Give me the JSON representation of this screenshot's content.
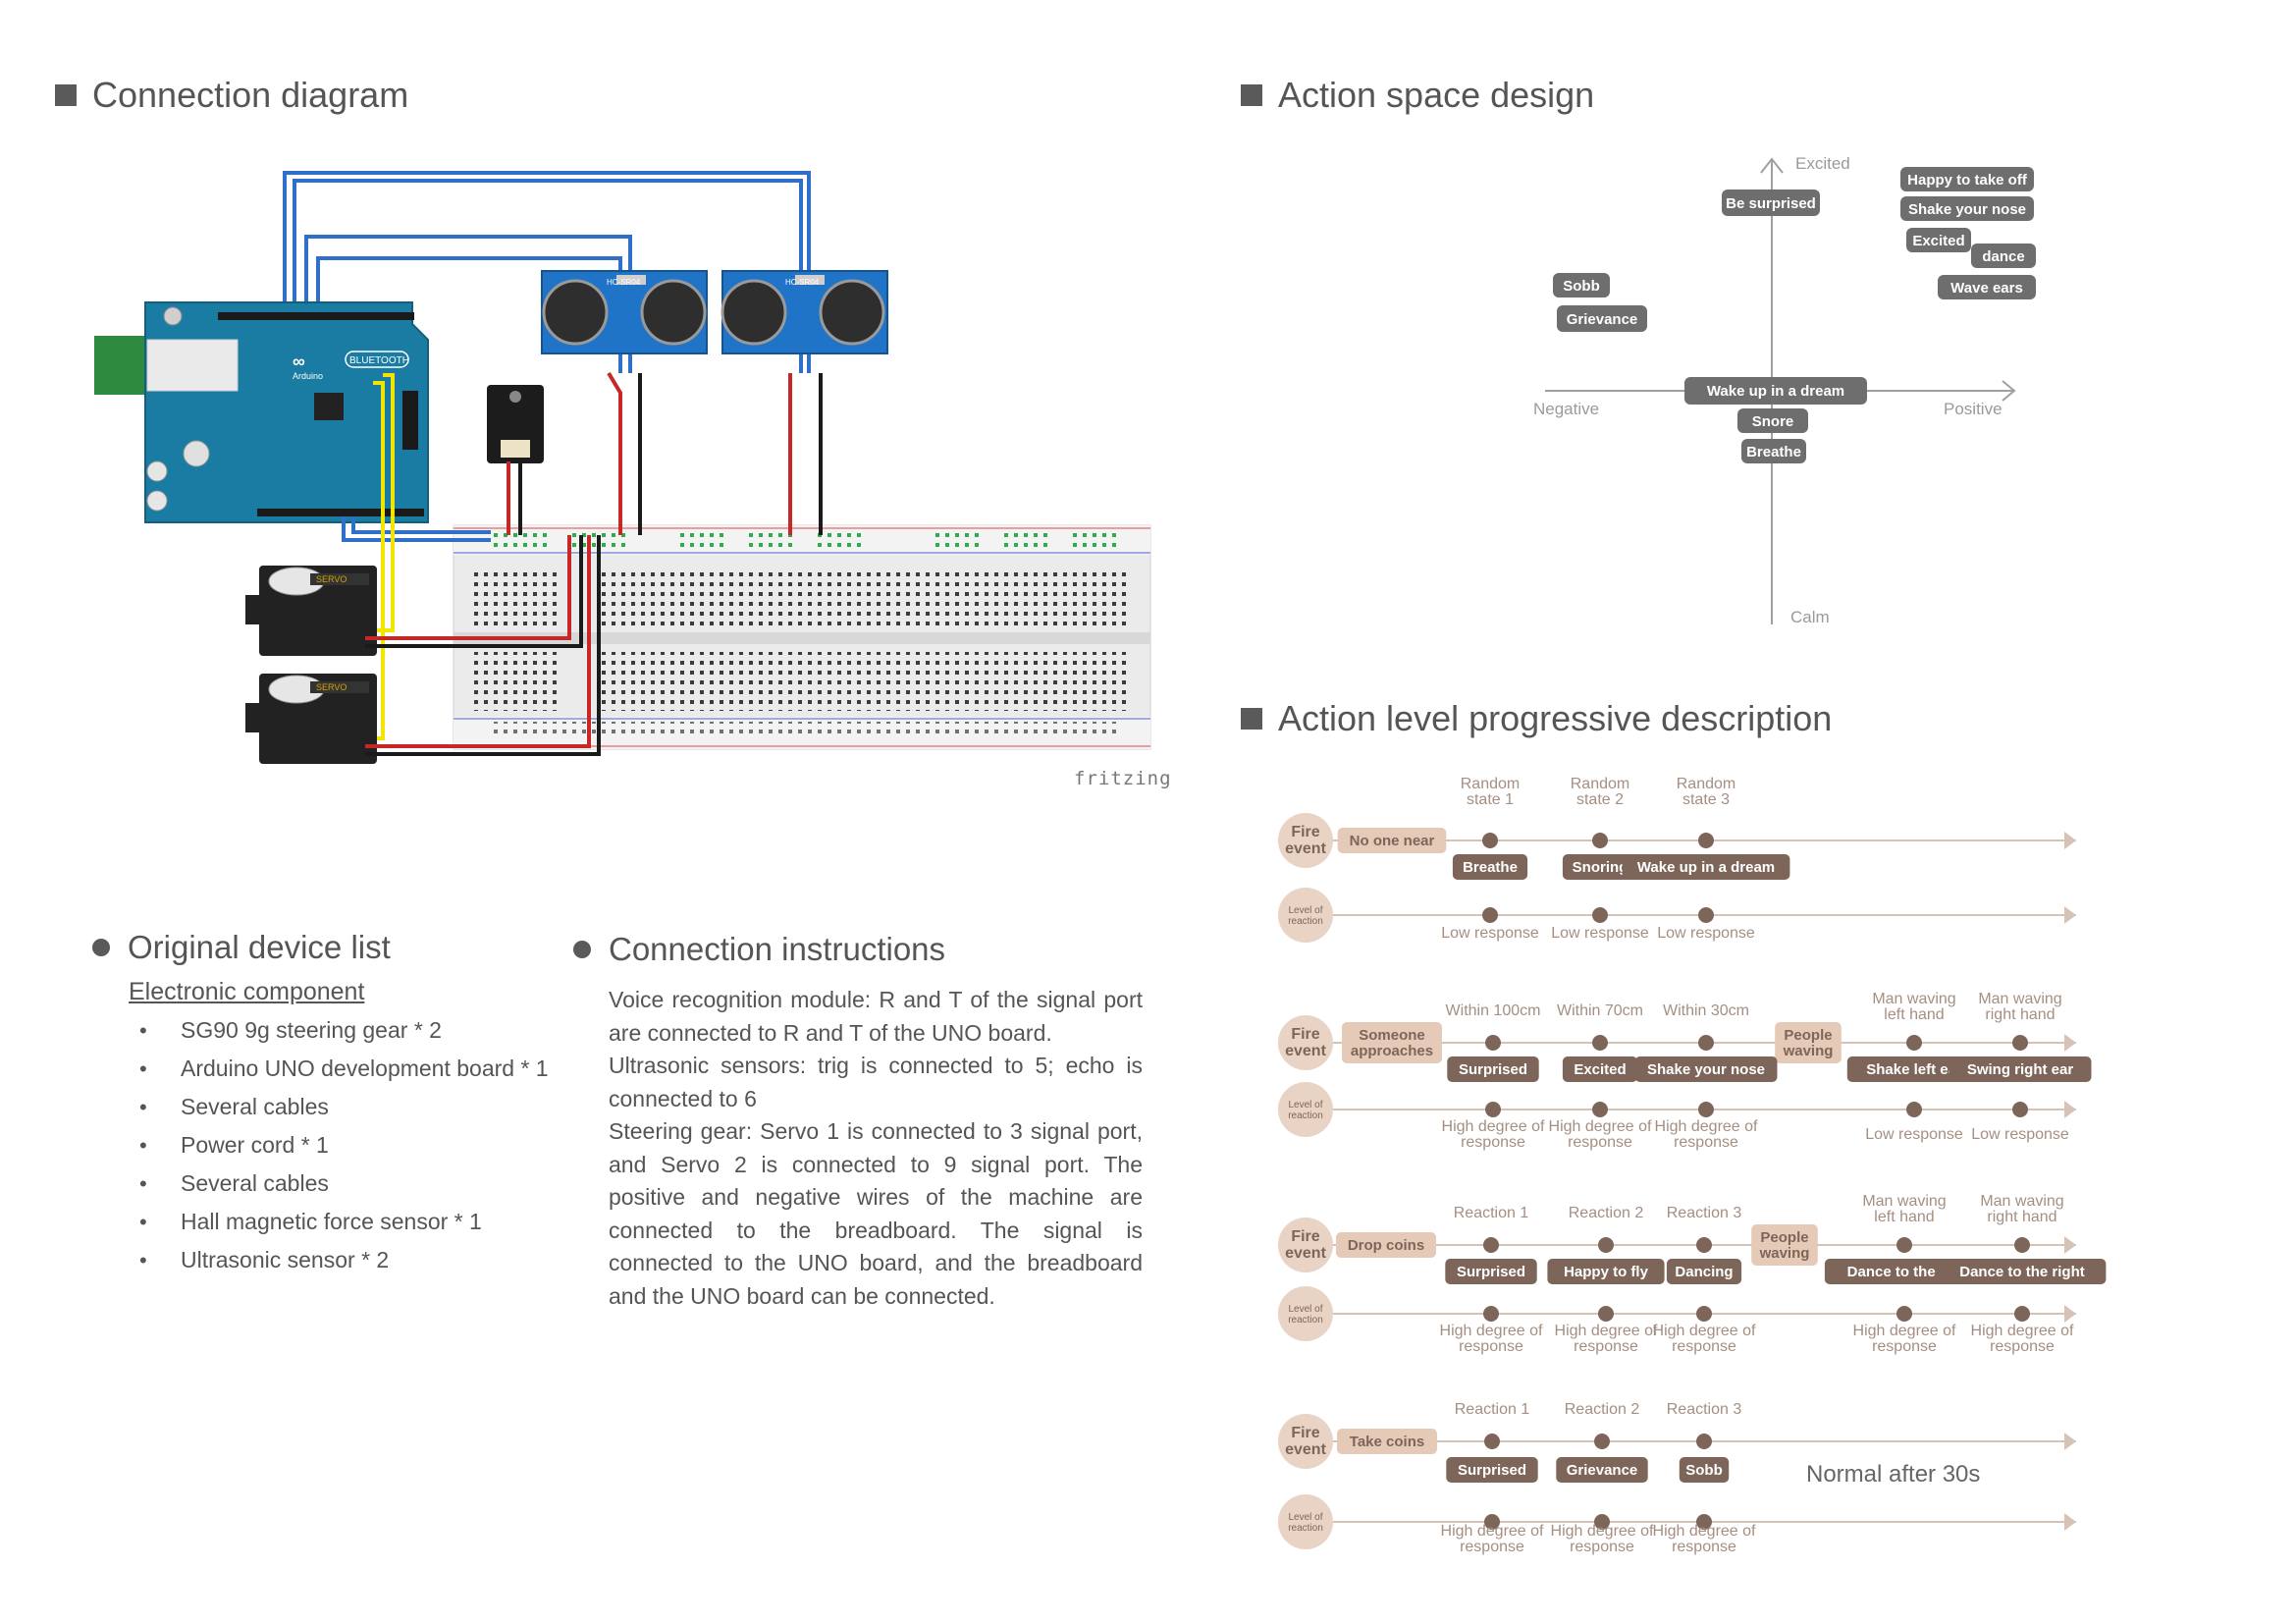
{
  "sections": {
    "connection_diagram": "Connection diagram",
    "action_space": "Action space design",
    "action_level": "Action level progressive description",
    "device_list": "Original device list",
    "connection_instructions": "Connection instructions"
  },
  "fritzing_label": "fritzing",
  "circuit": {
    "bluetooth_label": "BLUETOOTH",
    "arduino_label": "Arduino",
    "servo_label": "SERVO",
    "sensor_label": "HC-SR04"
  },
  "device_list": {
    "heading": "Electronic component",
    "items": [
      "SG90 9g steering gear * 2",
      "Arduino UNO development board * 1",
      "Several cables",
      "Power cord * 1",
      "Several cables",
      "Hall magnetic force sensor * 1",
      "Ultrasonic sensor * 2"
    ]
  },
  "instructions": {
    "paragraphs": [
      "Voice recognition module: R and T of the signal port are connected to R and T of the UNO board.",
      "Ultrasonic sensors: trig is connected to 5; echo is connected to 6",
      "Steering gear: Servo 1 is connected to 3 signal port, and Servo 2 is connected to 9 signal port. The positive and negative wires of the machine are connected to the breadboard. The signal is connected to the UNO board, and the breadboard and the UNO board can be connected."
    ]
  },
  "action_space": {
    "axis_labels": {
      "top": "Excited",
      "bottom": "Calm",
      "left": "Negative",
      "right": "Positive"
    },
    "tags": [
      "Be surprised",
      "Happy to take off",
      "Shake your nose",
      "Excited",
      "dance",
      "Wave ears",
      "Sobb",
      "Grievance",
      "Wake up in a dream",
      "Snore",
      "Breathe"
    ]
  },
  "action_level": {
    "fire_event_label": [
      "Fire",
      "event"
    ],
    "level_label": [
      "Level of",
      "reaction"
    ],
    "colors": {
      "dark_tag": "#7d6659",
      "light_tag": "#e5cab8",
      "circle_fill": "#e8d3c4",
      "axis": "#d6c3b5",
      "point": "#7d6659",
      "text": "#a58f82"
    },
    "rows": [
      {
        "trigger": [
          "No one near"
        ],
        "top_labels": [
          [
            "Random",
            "state 1"
          ],
          [
            "Random",
            "state 2"
          ],
          [
            "Random",
            "state 3"
          ]
        ],
        "actions": [
          "Breathe",
          "Snoring",
          "Wake up in a dream"
        ],
        "responses": [
          [
            "Low response"
          ],
          [
            "Low response"
          ],
          [
            "Low response"
          ]
        ]
      },
      {
        "trigger": [
          "Someone",
          "approaches"
        ],
        "top_labels": [
          [
            "Within 100cm"
          ],
          [
            "Within 70cm"
          ],
          [
            "Within 30cm"
          ],
          [
            "Man waving",
            "left hand"
          ],
          [
            "Man waving",
            "right hand"
          ]
        ],
        "mid_trigger": [
          "People",
          "waving"
        ],
        "actions": [
          "Surprised",
          "Excited",
          "Shake your nose",
          "Shake left ear",
          "Swing right ear"
        ],
        "responses": [
          [
            "High degree of",
            "response"
          ],
          [
            "High degree of",
            "response"
          ],
          [
            "High degree of",
            "response"
          ],
          [
            "Low response"
          ],
          [
            "Low response"
          ]
        ]
      },
      {
        "trigger": [
          "Drop coins"
        ],
        "top_labels": [
          [
            "Reaction 1"
          ],
          [
            "Reaction 2"
          ],
          [
            "Reaction 3"
          ],
          [
            "Man waving",
            "left hand"
          ],
          [
            "Man waving",
            "right hand"
          ]
        ],
        "mid_trigger": [
          "People",
          "waving"
        ],
        "actions": [
          "Surprised",
          "Happy to fly",
          "Dancing",
          "Dance to the left",
          "Dance to the right"
        ],
        "responses": [
          [
            "High degree of",
            "response"
          ],
          [
            "High degree of",
            "response"
          ],
          [
            "High degree of",
            "response"
          ],
          [
            "High degree of",
            "response"
          ],
          [
            "High degree of",
            "response"
          ]
        ]
      },
      {
        "trigger": [
          "Take coins"
        ],
        "top_labels": [
          [
            "Reaction 1"
          ],
          [
            "Reaction 2"
          ],
          [
            "Reaction 3"
          ]
        ],
        "actions": [
          "Surprised",
          "Grievance",
          "Sobb"
        ],
        "responses": [
          [
            "High degree of",
            "response"
          ],
          [
            "High degree of",
            "response"
          ],
          [
            "High degree of",
            "response"
          ]
        ],
        "note": "Normal after 30s"
      }
    ]
  }
}
